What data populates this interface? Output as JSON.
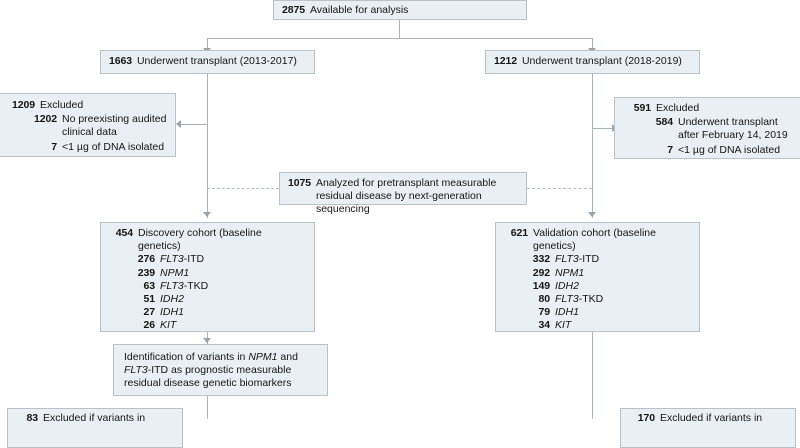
{
  "figure": {
    "type": "flow-diagram",
    "title_node": {
      "count": "2875",
      "label": "Available for analysis"
    },
    "branch_left": {
      "count": "1663",
      "label": "Underwent transplant (2013-2017)"
    },
    "branch_right": {
      "count": "1212",
      "label": "Underwent transplant (2018-2019)"
    },
    "excluded_left": {
      "count": "1209",
      "label": "Excluded",
      "items": [
        {
          "count": "1202",
          "label": "No preexisting audited clinical data"
        },
        {
          "count": "7",
          "label": "<1 µg of DNA isolated"
        }
      ]
    },
    "excluded_right": {
      "count": "591",
      "label": "Excluded",
      "items": [
        {
          "count": "584",
          "label": "Underwent transplant after February 14, 2019"
        },
        {
          "count": "7",
          "label": "<1 µg of DNA isolated"
        }
      ]
    },
    "analyzed": {
      "count": "1075",
      "label": "Analyzed for pretransplant measurable residual disease by next-generation sequencing"
    },
    "discovery_cohort": {
      "count": "454",
      "label": "Discovery cohort (baseline genetics)",
      "genes": [
        {
          "count": "276",
          "gene": "FLT3",
          "suffix": "-ITD"
        },
        {
          "count": "239",
          "gene": "NPM1",
          "suffix": ""
        },
        {
          "count": "63",
          "gene": "FLT3",
          "suffix": "-TKD"
        },
        {
          "count": "51",
          "gene": "IDH2",
          "suffix": ""
        },
        {
          "count": "27",
          "gene": "IDH1",
          "suffix": ""
        },
        {
          "count": "26",
          "gene": "KIT",
          "suffix": ""
        }
      ]
    },
    "validation_cohort": {
      "count": "621",
      "label": "Validation cohort (baseline genetics)",
      "genes": [
        {
          "count": "332",
          "gene": "FLT3",
          "suffix": "-ITD"
        },
        {
          "count": "292",
          "gene": "NPM1",
          "suffix": ""
        },
        {
          "count": "149",
          "gene": "IDH2",
          "suffix": ""
        },
        {
          "count": "80",
          "gene": "FLT3",
          "suffix": "-TKD"
        },
        {
          "count": "79",
          "gene": "IDH1",
          "suffix": ""
        },
        {
          "count": "34",
          "gene": "KIT",
          "suffix": ""
        }
      ]
    },
    "identification": {
      "line1_a": "Identification of variants in ",
      "line1_gene": "NPM1",
      "line1_b": " and",
      "line2_gene": "FLT3",
      "line2_b": "-ITD as prognostic measurable",
      "line3": "residual disease genetic biomarkers"
    },
    "excluded_bottom_left": {
      "count": "83",
      "label": "Excluded if variants in"
    },
    "excluded_bottom_right": {
      "count": "170",
      "label": "Excluded if variants in"
    },
    "colors": {
      "box_fill": "#e9eff2",
      "box_border": "#b9c3c7",
      "line": "#a9b2b6",
      "text": "#161616",
      "page_background": "#ffffff"
    }
  }
}
